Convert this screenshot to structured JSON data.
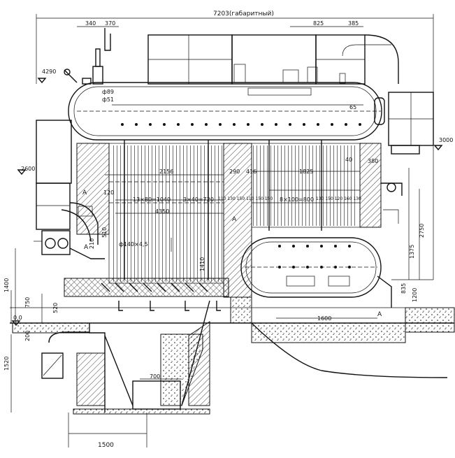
{
  "drawing": {
    "overall_width": "7203(габаритный)",
    "top_dims": [
      "340",
      "370",
      "825",
      "385"
    ],
    "elev_left": [
      "4290",
      "2600",
      "0,0"
    ],
    "elev_right": "3000",
    "dims": {
      "d89": "ф89",
      "d51": "ф51",
      "d65": "65",
      "d2156": "2156",
      "d290": "290",
      "d416": "416",
      "d1825": "1825",
      "d40": "40",
      "d380": "380",
      "d120": "120",
      "d13x80": "13×80=1040",
      "d3x40": "3×40=720",
      "d_row_left": "110 130 150 110 150 150",
      "d8x100": "8×100=800",
      "d_row_right": "130 150 120 160 130",
      "d4350": "4350",
      "d510": "510",
      "d210": "210",
      "d140": "ф140×4,5",
      "d1410": "1410",
      "d1600": "1600",
      "d700": "700",
      "d1500": "1500",
      "d2750": "2750",
      "d1375": "1375",
      "d1200": "1200",
      "d835": "835",
      "d1400": "1400",
      "d750": "750",
      "d520": "520",
      "d1520": "1520",
      "d200": "200"
    },
    "section_marks": [
      "A",
      "A",
      "A",
      "A"
    ]
  }
}
